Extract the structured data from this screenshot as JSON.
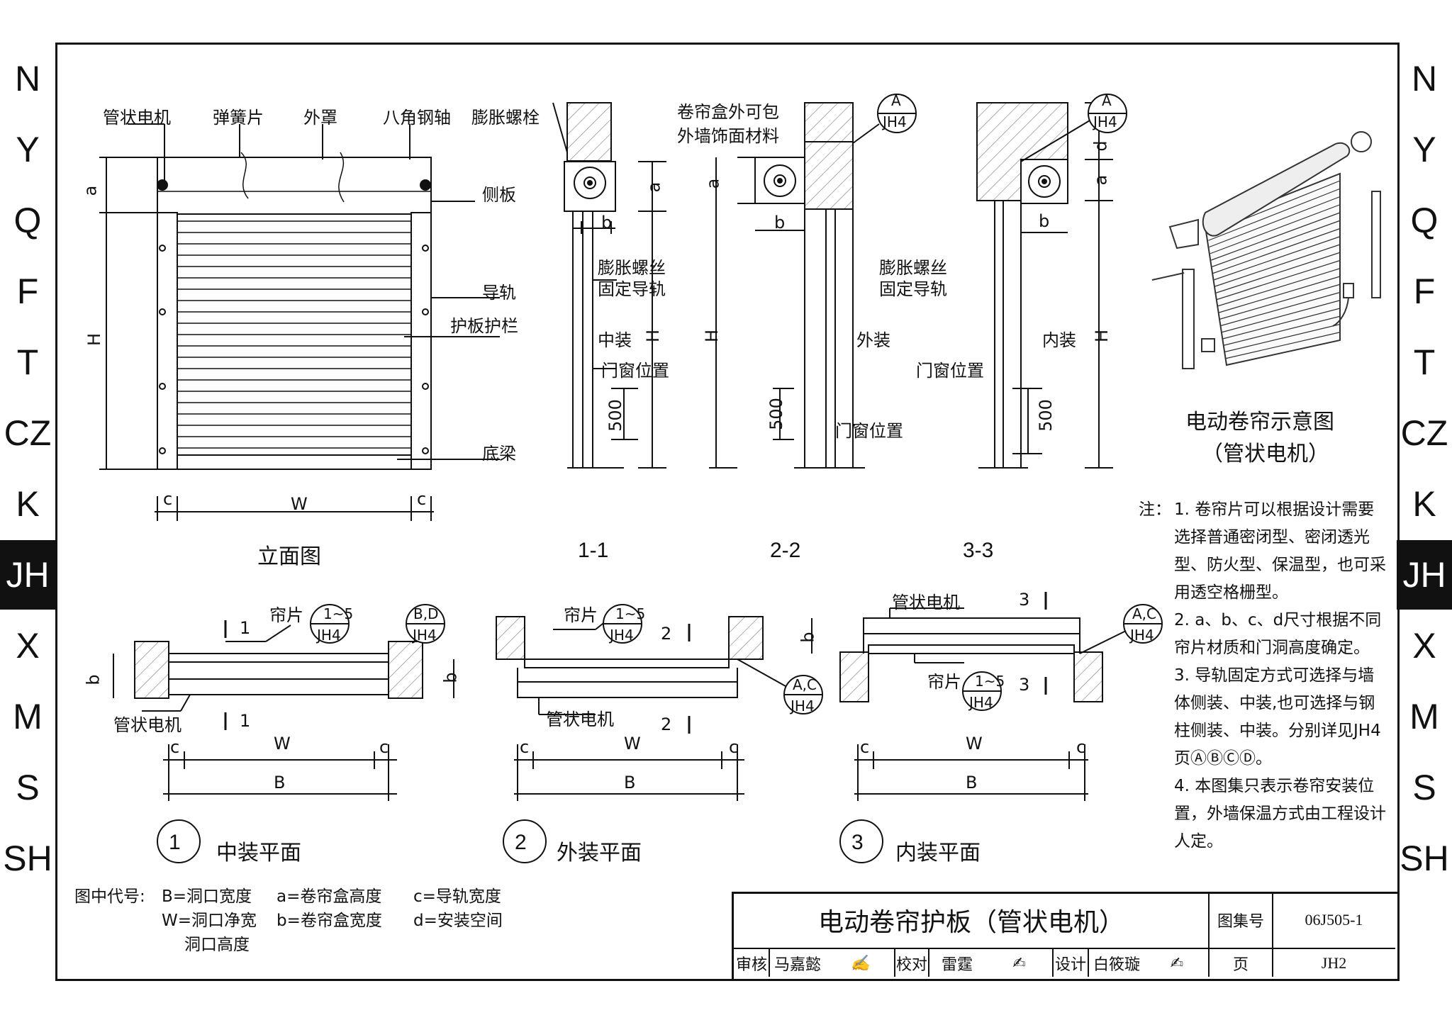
{
  "side_tabs": [
    "N",
    "Y",
    "Q",
    "F",
    "T",
    "CZ",
    "K",
    "JH",
    "X",
    "M",
    "S",
    "SH"
  ],
  "active_tab": "JH",
  "elevation": {
    "labels": {
      "motor": "管状电机",
      "spring": "弹簧片",
      "cover": "外罩",
      "shaft": "八角钢轴",
      "side_plate": "侧板",
      "guide_rail": "导轨",
      "slat": "护板护栏",
      "bottom_beam": "底梁"
    },
    "dims": {
      "a": "a",
      "H": "H",
      "W": "W",
      "c": "c"
    },
    "title": "立面图"
  },
  "sections": {
    "s1": {
      "title": "1-1",
      "bolt": "膨胀螺栓",
      "screw": "膨胀螺丝",
      "screw2": "固定导轨",
      "mode": "中装",
      "pos": "门窗位置",
      "d500": "500",
      "a": "a",
      "b": "b",
      "H": "H"
    },
    "s2": {
      "title": "2-2",
      "box_note1": "卷帘盒外可包",
      "box_note2": "外墙饰面材料",
      "screw": "膨胀螺丝",
      "screw2": "固定导轨",
      "mode": "外装",
      "pos": "门窗位置",
      "d500": "500",
      "a": "a",
      "b": "b",
      "H": "H"
    },
    "s3": {
      "title": "3-3",
      "mode": "内装",
      "pos": "门窗位置",
      "d500": "500",
      "a": "a",
      "b": "b",
      "d": "d",
      "H": "H"
    }
  },
  "callouts": {
    "A_JH4": {
      "top": "A",
      "bottom": "JH4"
    },
    "1_5_JH4": {
      "top": "1~5",
      "bottom": "JH4"
    },
    "BD_JH4": {
      "top": "B,D",
      "bottom": "JH4"
    },
    "AC_JH4": {
      "top": "A,C",
      "bottom": "JH4"
    }
  },
  "perspective": {
    "title1": "电动卷帘示意图",
    "title2": "（管状电机）"
  },
  "plans": {
    "p1": {
      "num": "1",
      "title": "中装平面",
      "curtain": "帘片",
      "motor": "管状电机",
      "cut": "1",
      "W": "W",
      "B": "B",
      "b": "b",
      "c": "c"
    },
    "p2": {
      "num": "2",
      "title": "外装平面",
      "curtain": "帘片",
      "motor": "管状电机",
      "cut": "2",
      "W": "W",
      "B": "B",
      "b": "b",
      "c": "c"
    },
    "p3": {
      "num": "3",
      "title": "内装平面",
      "curtain": "帘片",
      "motor": "管状电机",
      "cut": "3",
      "W": "W",
      "B": "B",
      "b": "b",
      "c": "c"
    }
  },
  "notes": {
    "head": "注：",
    "items": [
      "1. 卷帘片可以根据设计需要选择普通密闭型、密闭透光型、防火型、保温型，也可采用透空格栅型。",
      "2. a、b、c、d尺寸根据不同帘片材质和门洞高度确定。",
      "3. 导轨固定方式可选择与墙体侧装、中装,也可选择与钢柱侧装、中装。分别详见JH4页ⒶⒷⒸⒹ。",
      "4. 本图集只表示卷帘安装位置，外墙保温方式由工程设计人定。"
    ]
  },
  "legend": {
    "head": "图中代号:",
    "col1": [
      "B=洞口宽度",
      "W=洞口净宽",
      "洞口高度"
    ],
    "col2": [
      "a=卷帘盒高度",
      "b=卷帘盒宽度"
    ],
    "col3": [
      "c=导轨宽度",
      "d=安装空间"
    ]
  },
  "title_block": {
    "title": "电动卷帘护板（管状电机）",
    "atlas_label": "图集号",
    "atlas_no": "06J505-1",
    "review_label": "审核",
    "reviewer": "马嘉懿",
    "check_label": "校对",
    "checker": "雷霆",
    "design_label": "设计",
    "designer": "白筱璇",
    "page_label": "页",
    "page_no": "JH2"
  }
}
